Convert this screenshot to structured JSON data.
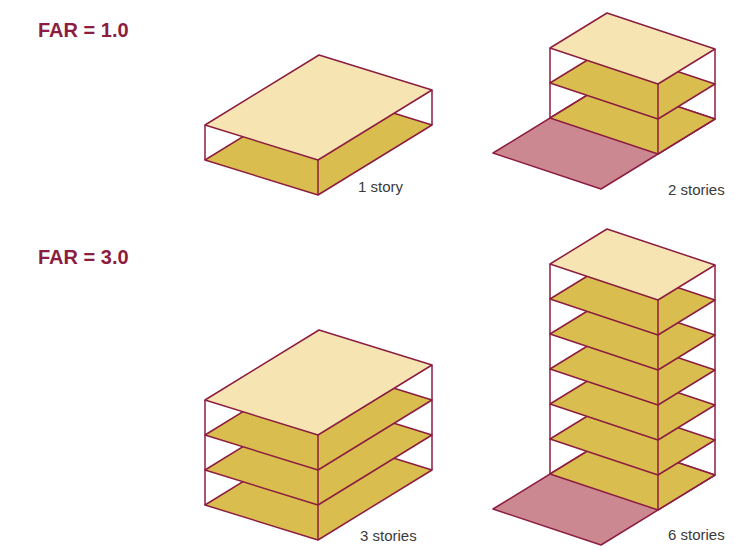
{
  "diagram": {
    "labels": [
      "FAR = 1.0",
      "1 story",
      "2 stories",
      "FAR = 3.0",
      "3 stories",
      "6 stories"
    ]
  }
}
